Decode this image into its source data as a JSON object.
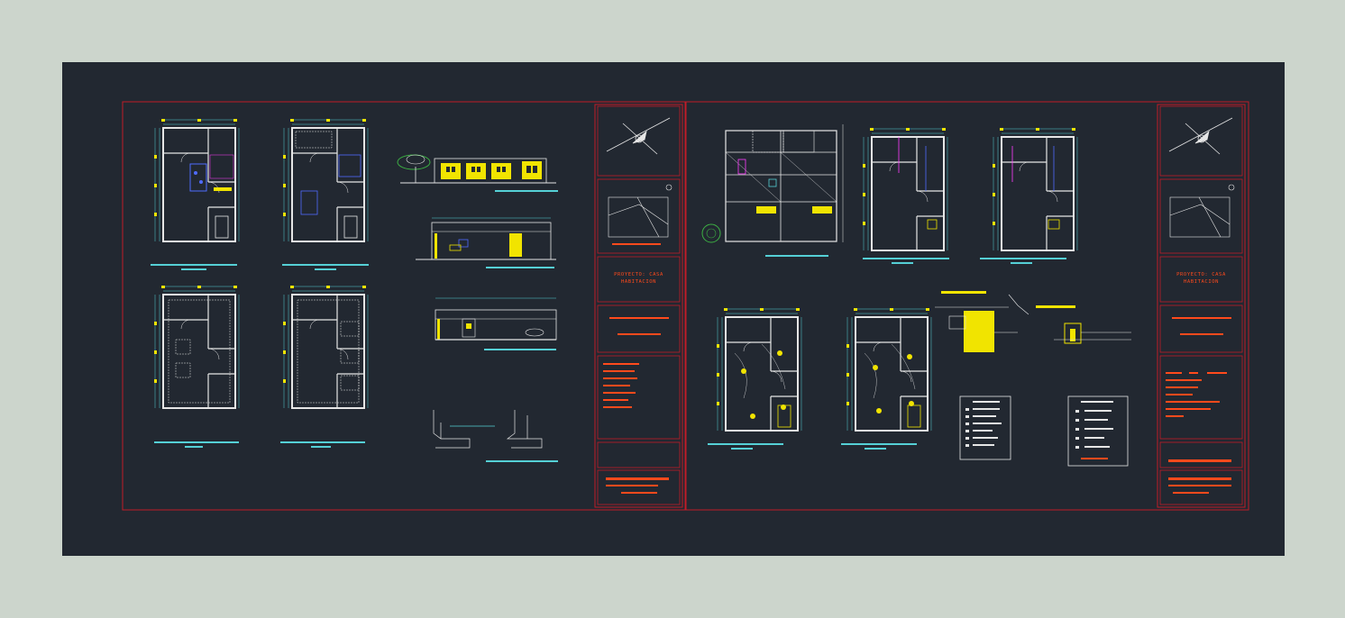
{
  "colors": {
    "background": "#ccd5cc",
    "model_space": "#222831",
    "sheet_border": "#c01c28",
    "linework": "#e6e6e6",
    "yellow": "#f1e400",
    "cyan": "#55d0d6",
    "red_text": "#ff4a1c",
    "blue": "#4f6bff",
    "magenta": "#ff3cff",
    "green": "#3cb043"
  },
  "sheets": [
    {
      "title_block": {
        "project_line1": "PROYECTO: CASA",
        "project_line2": "HABITACION"
      }
    },
    {
      "title_block": {
        "project_line1": "PROYECTO: CASA",
        "project_line2": "HABITACION"
      }
    }
  ],
  "icons": [
    "north-arrow-icon",
    "location-map-icon",
    "tree-icon"
  ]
}
